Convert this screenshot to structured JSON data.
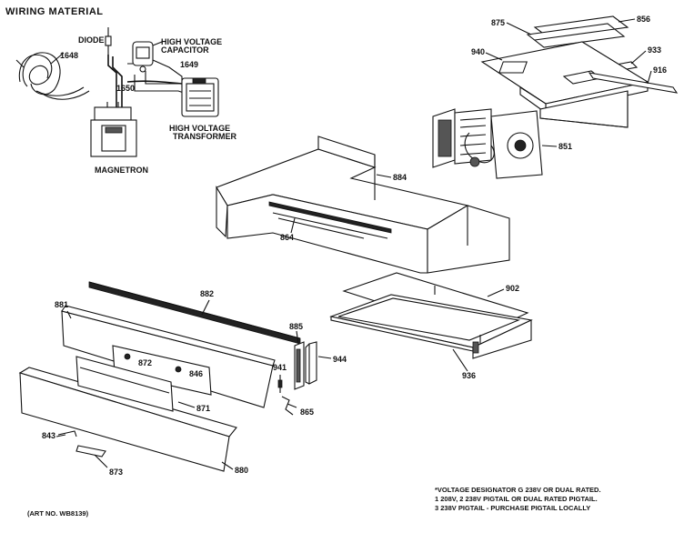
{
  "title": "WIRING MATERIAL",
  "art_no": "(ART NO. WB8139)",
  "wiring_labels": {
    "diode": "DIODE",
    "hv_capacitor_1": "HIGH VOLTAGE",
    "hv_capacitor_2": "CAPACITOR",
    "hv_transformer_1": "HIGH VOLTAGE",
    "hv_transformer_2": "TRANSFORMER",
    "magnetron": "MAGNETRON",
    "p1648": "1648",
    "p1649": "1649",
    "p1650": "1650"
  },
  "part_callouts": {
    "p875": "875",
    "p856": "856",
    "p933": "933",
    "p940": "940",
    "p916": "916",
    "p851": "851",
    "p884": "884",
    "p864": "864",
    "p902": "902",
    "p936": "936",
    "p881": "881",
    "p882": "882",
    "p885": "885",
    "p944": "944",
    "p941": "941",
    "p872": "872",
    "p846": "846",
    "p871": "871",
    "p865": "865",
    "p843": "843",
    "p873": "873",
    "p880": "880"
  },
  "notes": [
    "*VOLTAGE DESIGNATOR G 238V OR DUAL RATED.",
    "1  208V, 2 238V  PIGTAIL OR DUAL RATED PIGTAIL.",
    "3  238V  PIGTAIL - PURCHASE PIGTAIL LOCALLY"
  ]
}
